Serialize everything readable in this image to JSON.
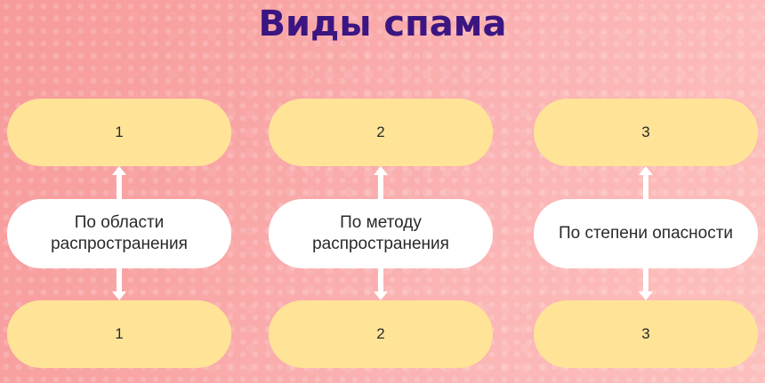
{
  "title": "Виды спама",
  "columns": [
    {
      "top": "1",
      "label": "По области распространения",
      "bottom": "1"
    },
    {
      "top": "2",
      "label": "По методу распространения",
      "bottom": "2"
    },
    {
      "top": "3",
      "label": "По степени опасности",
      "bottom": "3"
    }
  ],
  "colors": {
    "title": "#3b1582",
    "yellow_pill": "#ffe497",
    "white_pill": "#ffffff",
    "arrow": "#ffffff",
    "background": "#f9a6a6"
  }
}
